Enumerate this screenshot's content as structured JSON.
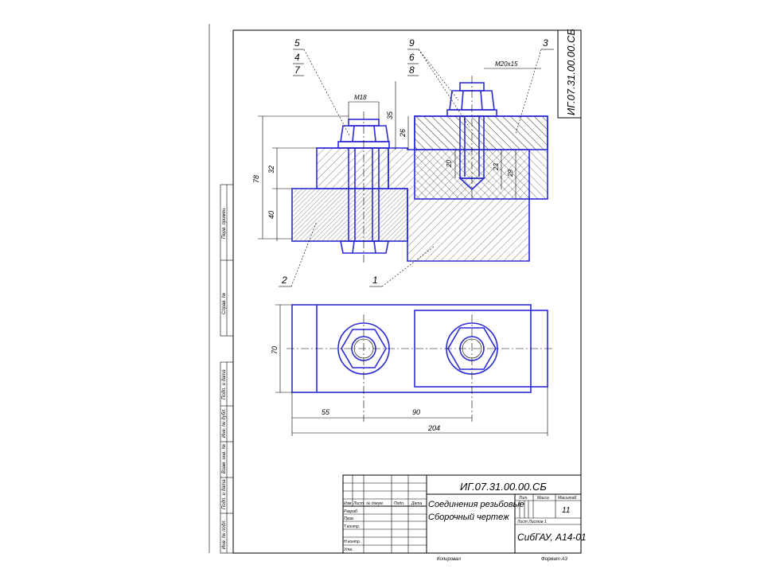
{
  "drawing": {
    "code": "ИГ.07.31.00.00.СБ",
    "title_line1": "Соединения резьбовые",
    "title_line2": "Сборочный чертеж",
    "organization": "СибГАУ, А14-01",
    "sheet_number": "11",
    "sheet_info": "Лист     Листов 1",
    "format_label": "Формат  А3",
    "copied_label": "Копировал"
  },
  "title_block_headers": {
    "lit": "Лит.",
    "mass": "Масса",
    "scale": "Масштаб",
    "izm": "Изм.",
    "list": "Лист",
    "doc": "№ докум.",
    "sign": "Подп.",
    "date": "Дата",
    "razrab": "Разраб.",
    "prov": "Пров.",
    "tkontr": "Т.контр.",
    "nkontr": "Н.контр.",
    "utv": "Утв."
  },
  "side_stamps": {
    "perv_primen": "Перв. примен.",
    "sprav": "Справ. №",
    "podp_data_1": "Подп. и дата",
    "inv_dubl": "Инв. № дубл.",
    "vzam_inv": "Взам. инв. №",
    "podp_data_2": "Подп. и дата",
    "inv_podl": "Инв. № подл."
  },
  "callouts": {
    "left_stack": [
      "5",
      "4",
      "7"
    ],
    "right_stack": [
      "9",
      "6",
      "8"
    ],
    "part_3": "3",
    "part_2": "2",
    "part_1": "1"
  },
  "dimensions": {
    "thread_left": "М18",
    "thread_right": "М20х15",
    "d_35": "35",
    "d_78": "78",
    "d_32": "32",
    "d_40": "40",
    "d_26": "26",
    "d_20": "20",
    "d_23": "23",
    "d_29": "29",
    "d_70": "70",
    "d_55": "55",
    "d_90": "90",
    "d_204": "204"
  }
}
